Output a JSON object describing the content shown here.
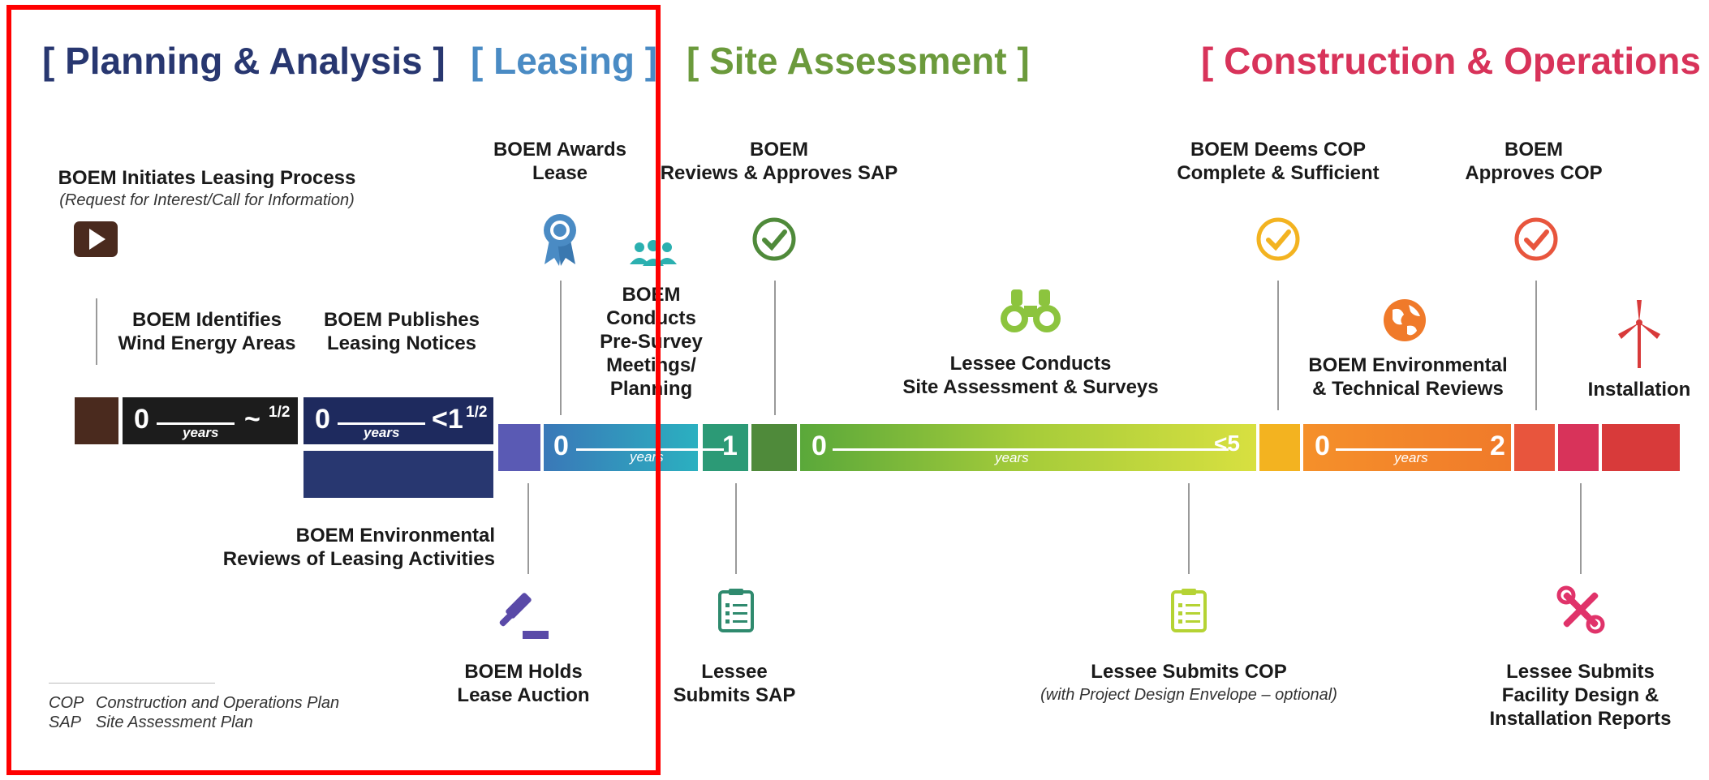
{
  "phases": {
    "planning": "[ Planning & Analysis ]",
    "leasing": "[ Leasing ]",
    "site": "[ Site Assessment ]",
    "construction": "[ Construction & Operations ]"
  },
  "colors": {
    "planning": "#283770",
    "leasing": "#4a8bc4",
    "site": "#6b9a3c",
    "construction": "#d8335a",
    "highlight_box": "#ff0000"
  },
  "top_labels": {
    "initiates": {
      "line1": "BOEM Initiates Leasing Process",
      "sub": "(Request for Interest/Call for Information)"
    },
    "awards": {
      "line1": "BOEM Awards",
      "line2": "Lease"
    },
    "reviews_sap": {
      "line1": "BOEM",
      "line2": "Reviews & Approves SAP"
    },
    "deems_cop": {
      "line1": "BOEM Deems COP",
      "line2": "Complete & Sufficient"
    },
    "approves_cop": {
      "line1": "BOEM",
      "line2": "Approves COP"
    }
  },
  "mid_labels": {
    "identifies": {
      "line1": "BOEM Identifies",
      "line2": "Wind Energy Areas"
    },
    "publishes": {
      "line1": "BOEM Publishes",
      "line2": "Leasing Notices"
    },
    "presurvey": {
      "line1": "BOEM",
      "line2": "Conducts",
      "line3": "Pre-Survey",
      "line4": "Meetings/",
      "line5": "Planning"
    },
    "surveys": {
      "line1": "Lessee Conducts",
      "line2": "Site Assessment & Surveys"
    },
    "env_tech": {
      "line1": "BOEM Environmental",
      "line2": "& Technical Reviews"
    },
    "installation": "Installation"
  },
  "bottom_labels": {
    "env_leasing": {
      "line1": "BOEM Environmental",
      "line2": "Reviews of Leasing Activities"
    },
    "auction": {
      "line1": "BOEM Holds",
      "line2": "Lease Auction"
    },
    "submits_sap": {
      "line1": "Lessee",
      "line2": "Submits SAP"
    },
    "submits_cop": {
      "line1": "Lessee Submits COP",
      "sub": "(with Project Design Envelope – optional)"
    },
    "facility": {
      "line1": "Lessee Submits",
      "line2": "Facility Design &",
      "line3": "Installation Reports"
    }
  },
  "durations": {
    "identify": {
      "start": "0",
      "end": "~",
      "end_sup": "1/2",
      "unit": "years"
    },
    "publish": {
      "start": "0",
      "end": "<1",
      "end_sup": "1/2",
      "unit": "years"
    },
    "presurvey": {
      "start": "0",
      "end": "1",
      "unit": "years"
    },
    "survey": {
      "start": "0",
      "end": "<5",
      "unit": "years"
    },
    "review": {
      "start": "0",
      "end": "2",
      "unit": "years"
    }
  },
  "legend": [
    {
      "key": "COP",
      "value": "Construction and Operations Plan"
    },
    {
      "key": "SAP",
      "value": "Site Assessment Plan"
    }
  ]
}
